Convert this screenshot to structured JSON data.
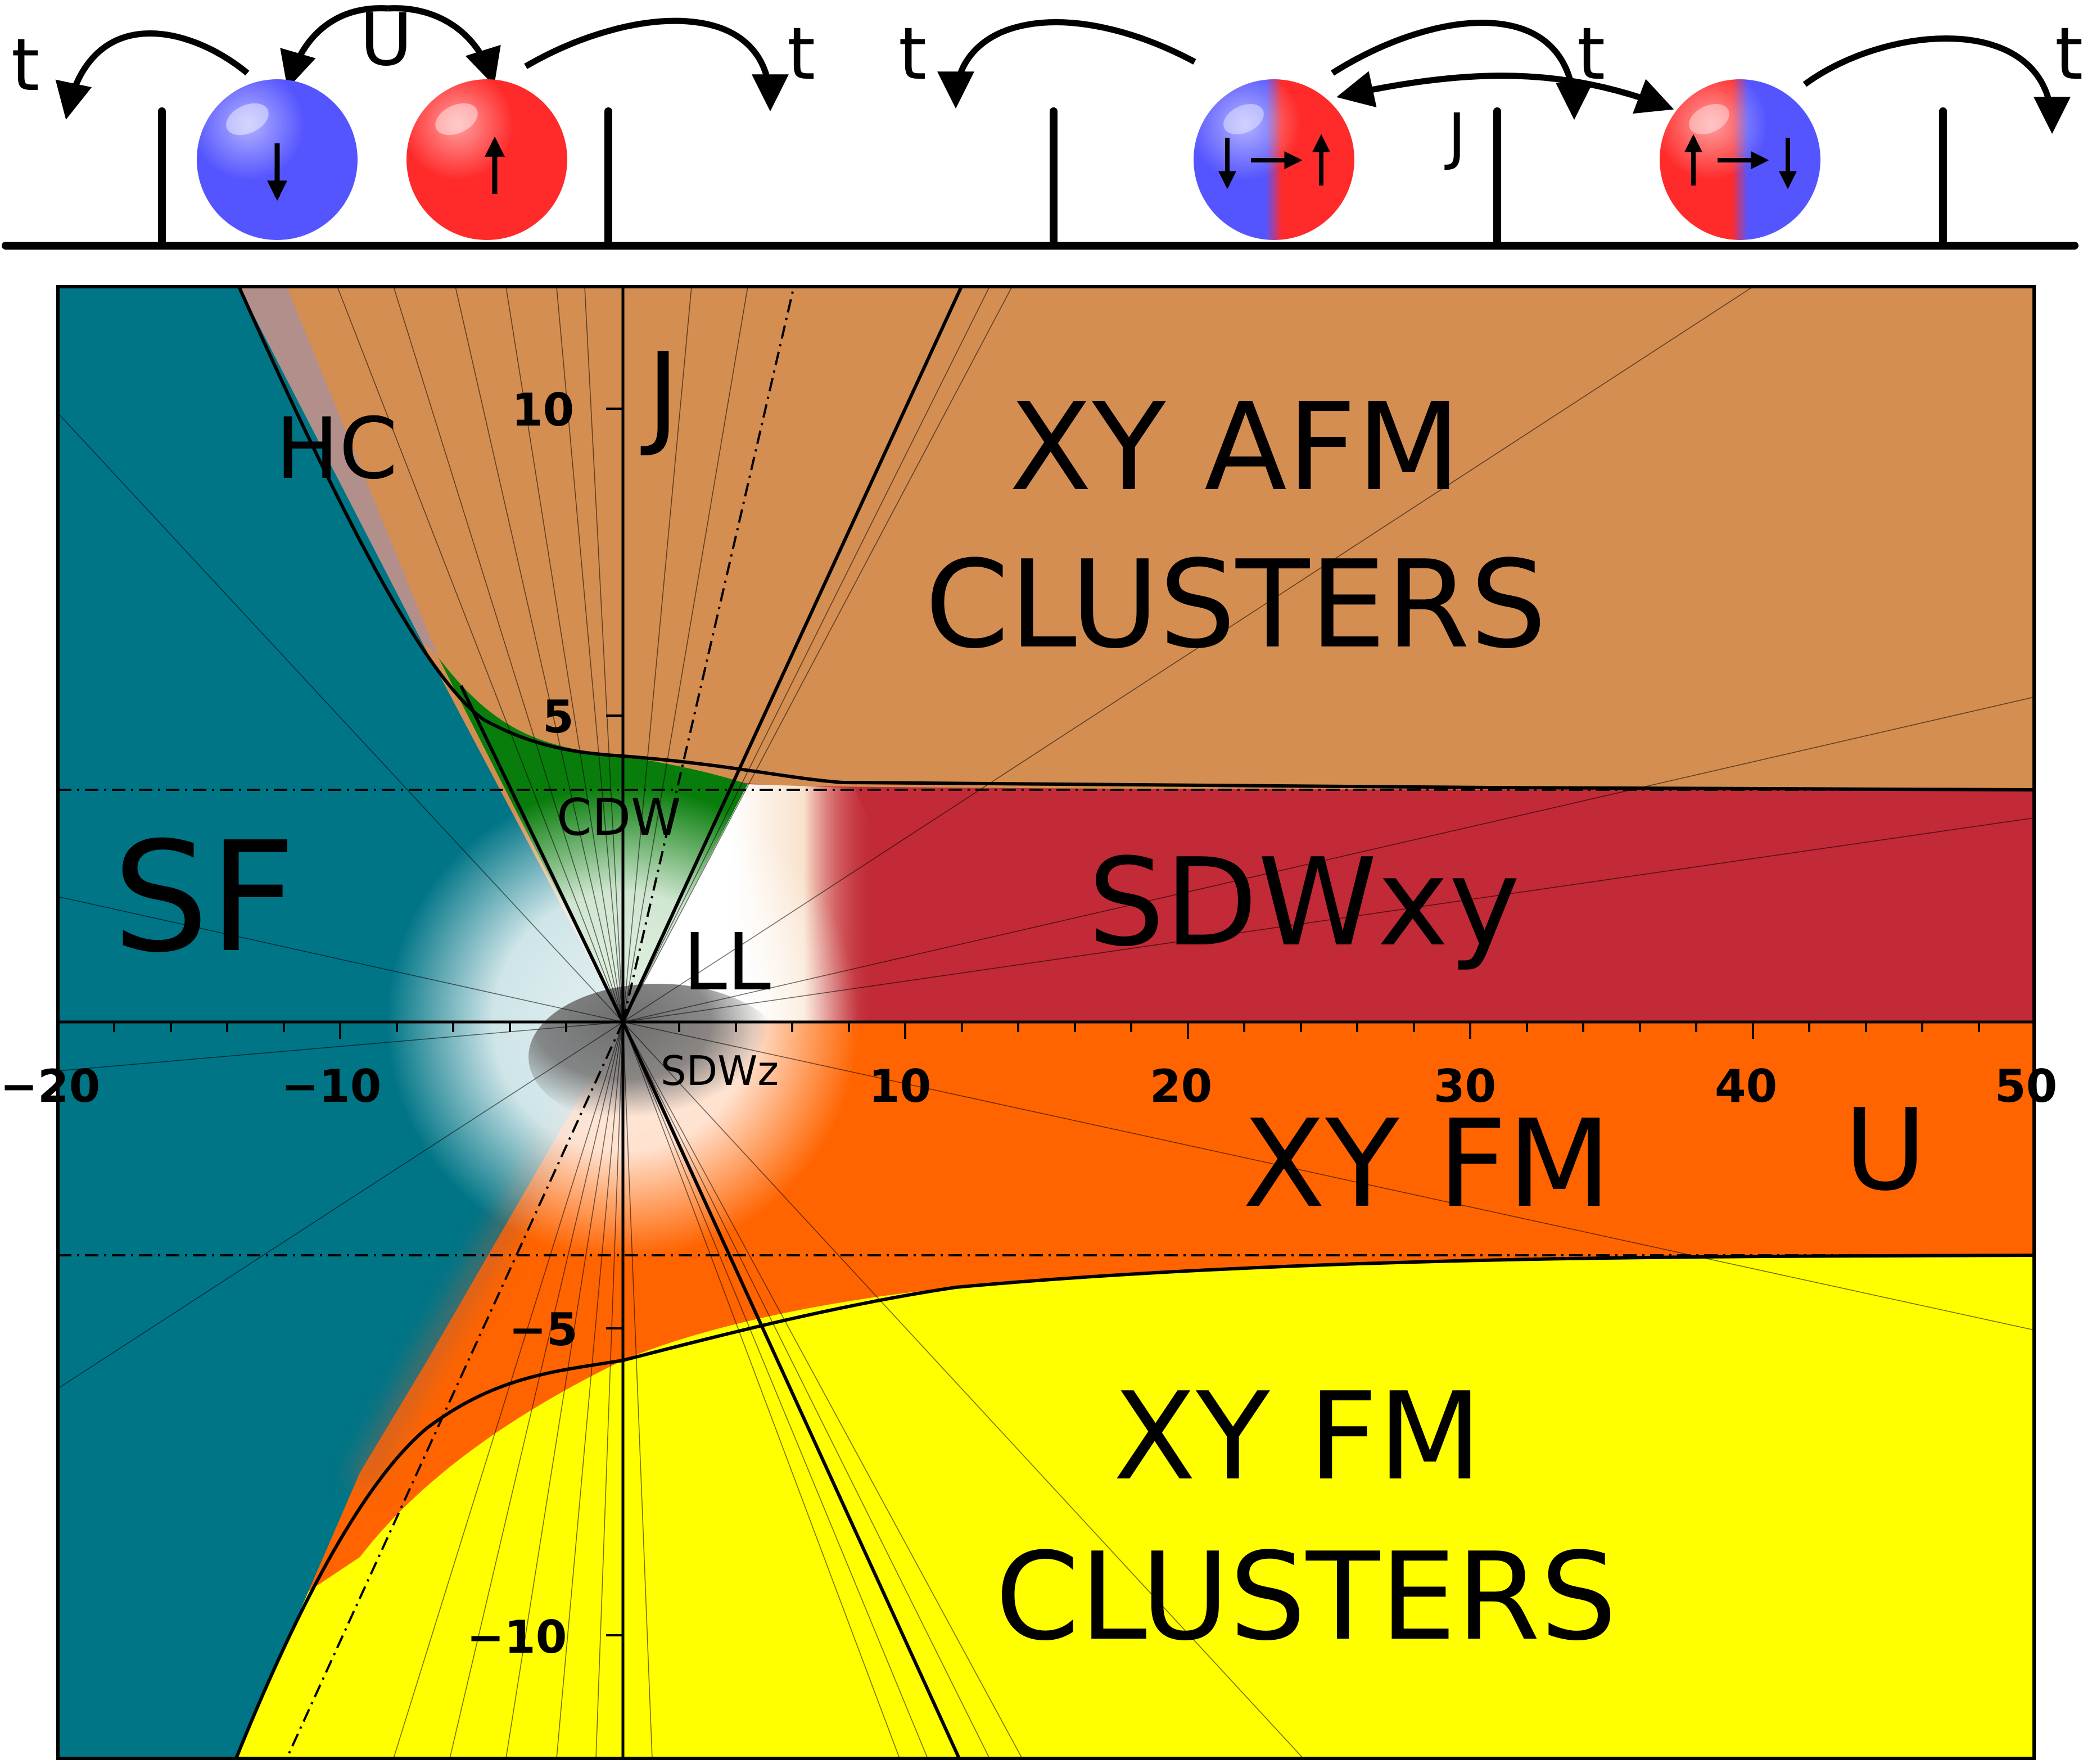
{
  "schematic": {
    "hop_labels": [
      "t",
      "U",
      "t",
      "t",
      "t",
      "t"
    ],
    "exchange_label": "J"
  },
  "diagram": {
    "axis_labels": {
      "x": "U",
      "y": "J"
    },
    "x_ticks": [
      "−20",
      "−10",
      "10",
      "20",
      "30",
      "40",
      "50"
    ],
    "y_ticks": [
      "10",
      "5",
      "−5",
      "−10"
    ],
    "regions": {
      "sf": "SF",
      "hc": "HC",
      "cdw": "CDW",
      "ll": "LL",
      "sdwz": "SDWz",
      "sdwxy": "SDWxy",
      "xy_afm_1": "XY AFM",
      "xy_afm_2": "CLUSTERS",
      "xy_fm": "XY FM",
      "xy_fm_cl_1": "XY FM",
      "xy_fm_cl_2": "CLUSTERS"
    },
    "colors": {
      "sf": "#007586",
      "hc": "#b38f8c",
      "xy_afm": "#d48e52",
      "cdw": "#097d0b",
      "sdwxy": "#c12a36",
      "xy_fm": "#ff6400",
      "xy_fm_clusters": "#ffff00",
      "sdwz": "#6d6d6d",
      "spin_up": "#ff2a2a",
      "spin_down": "#5555ff"
    }
  }
}
